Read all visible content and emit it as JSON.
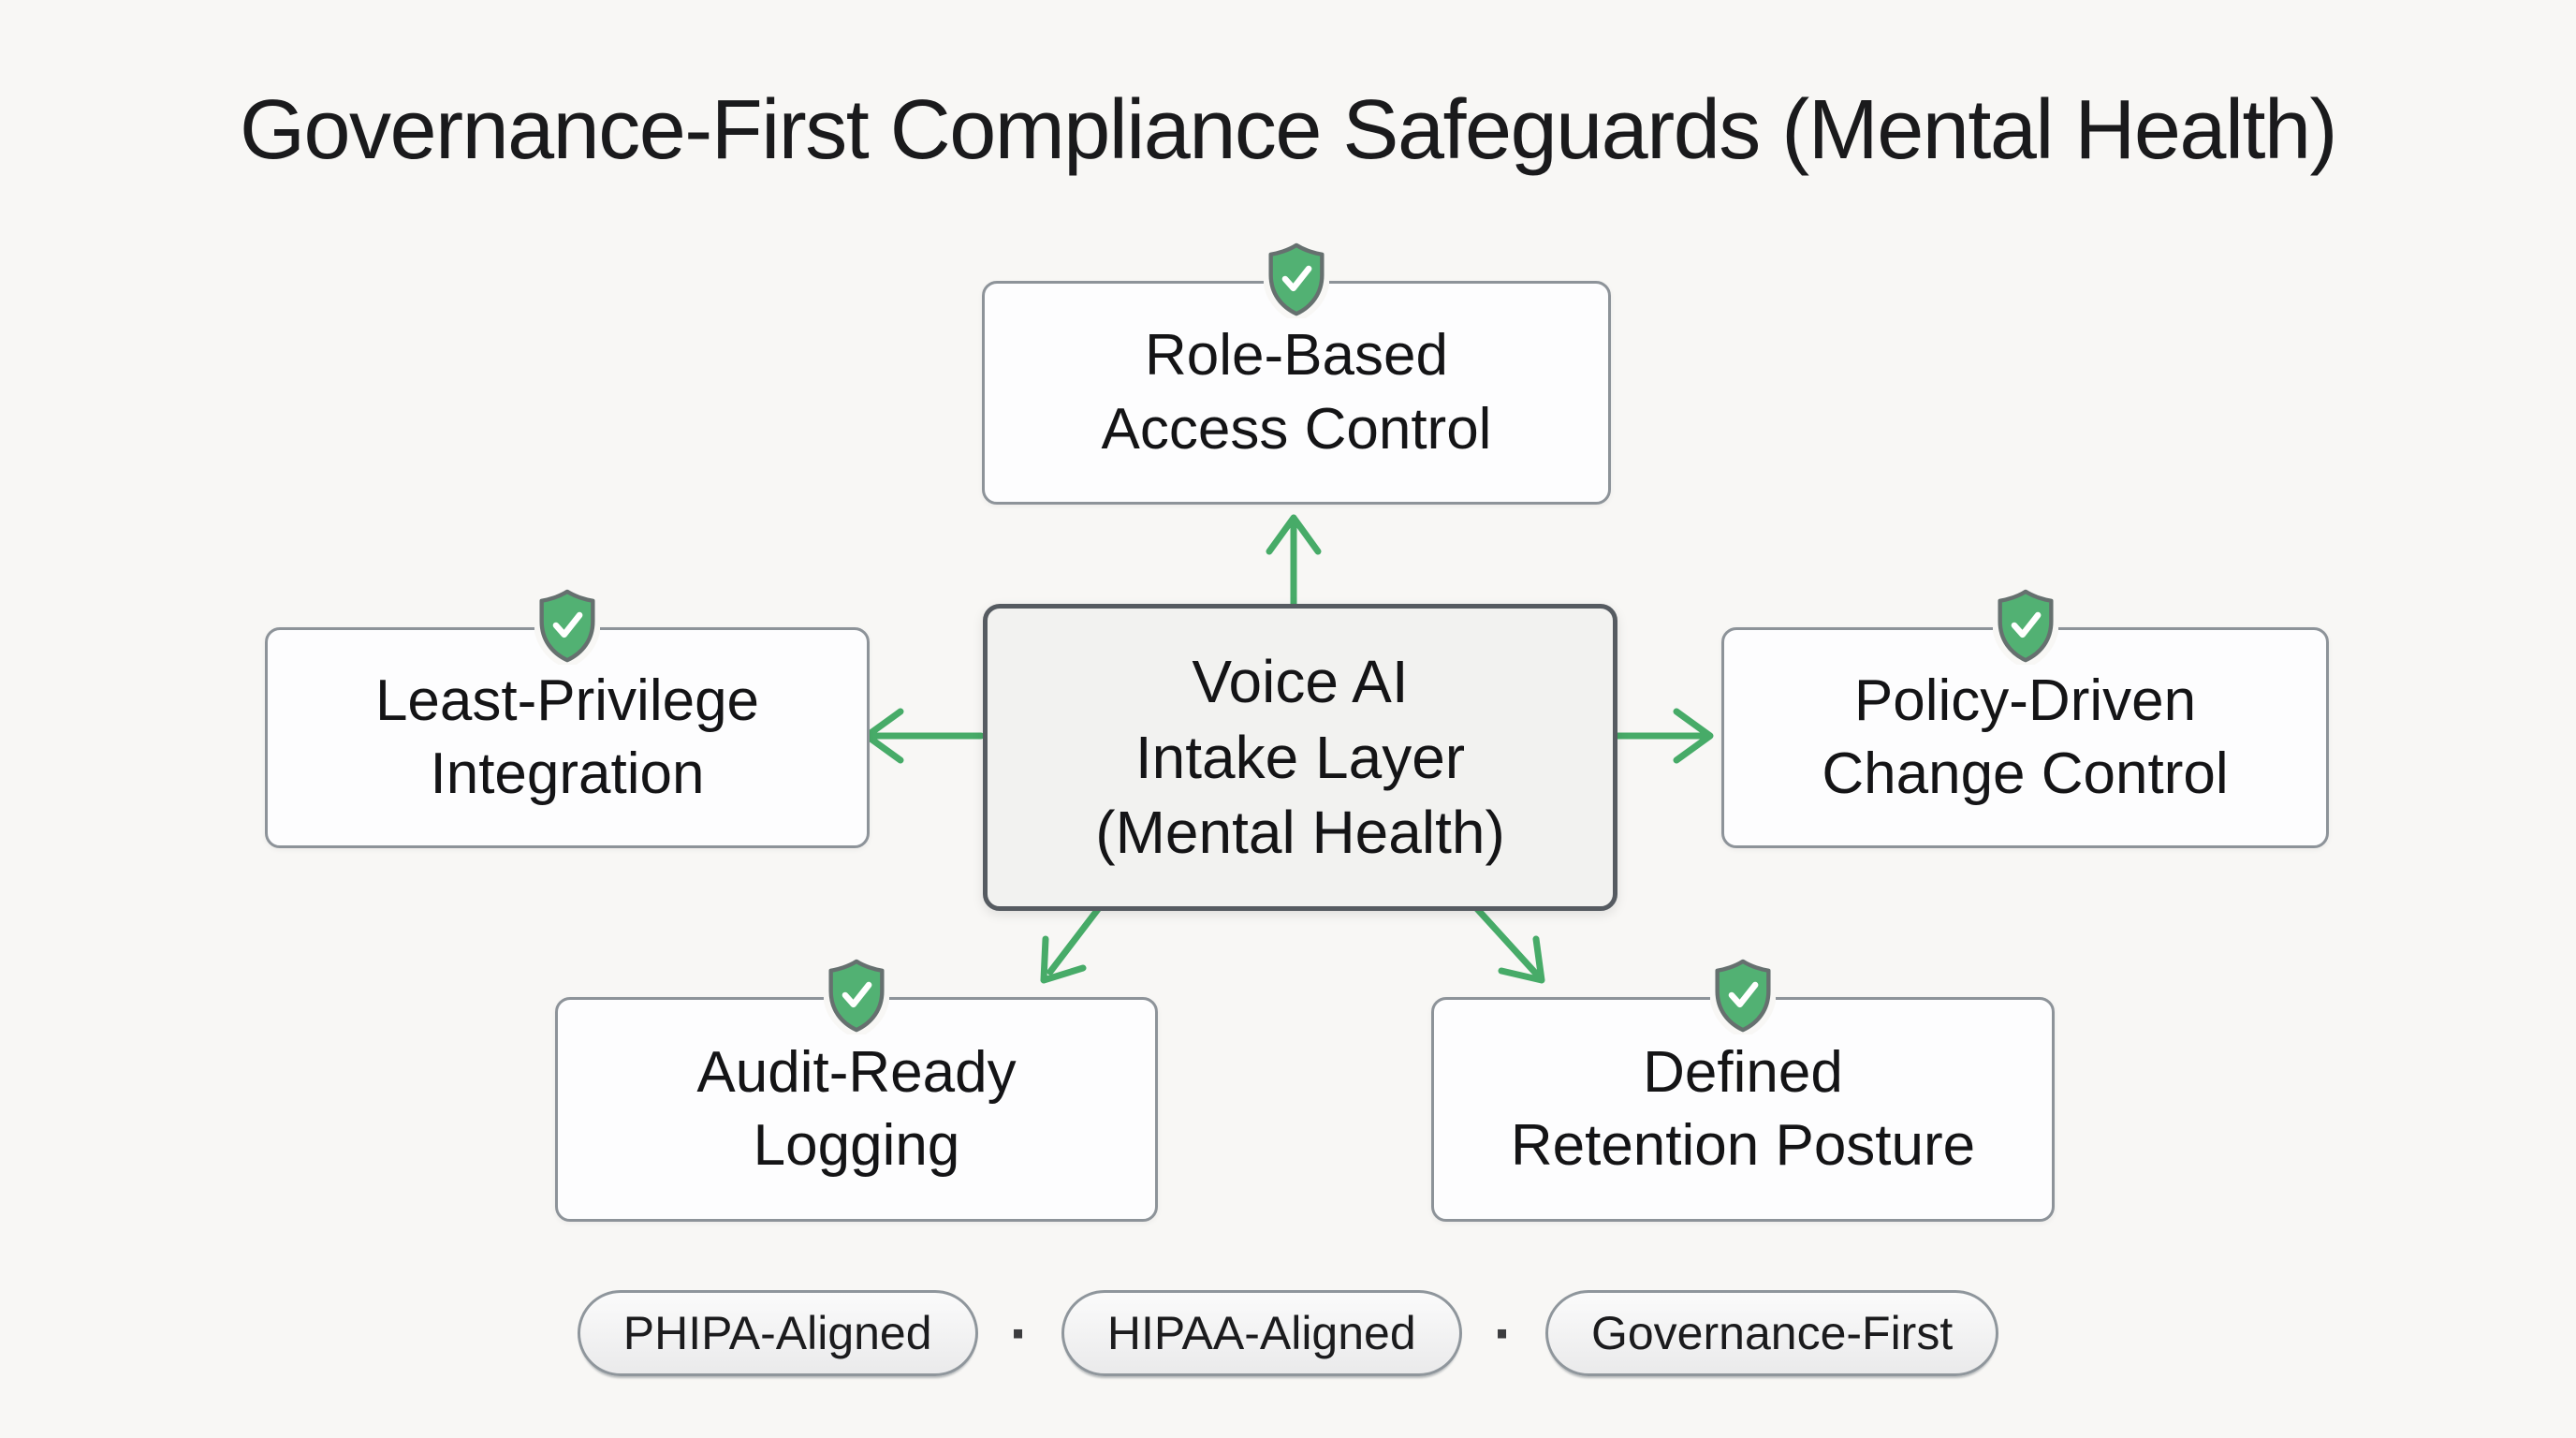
{
  "title": "Governance-First Compliance Safeguards (Mental Health)",
  "diagram": {
    "center": {
      "label": "Voice AI\nIntake Layer\n(Mental Health)"
    },
    "nodes": {
      "top": {
        "label": "Role-Based\nAccess Control",
        "icon": "shield-check-icon"
      },
      "left": {
        "label": "Least-Privilege\nIntegration",
        "icon": "shield-check-icon"
      },
      "right": {
        "label": "Policy-Driven\nChange Control",
        "icon": "shield-check-icon"
      },
      "bottom_left": {
        "label": "Audit-Ready\nLogging",
        "icon": "shield-check-icon"
      },
      "bottom_right": {
        "label": "Defined\nRetention Posture",
        "icon": "shield-check-icon"
      }
    },
    "arrows": [
      "center-to-top",
      "center-to-left",
      "center-to-right",
      "center-to-bottom-left",
      "center-to-bottom-right"
    ]
  },
  "footer": {
    "separator": "·",
    "badges": [
      {
        "label": "PHIPA-Aligned"
      },
      {
        "label": "HIPAA-Aligned"
      },
      {
        "label": "Governance-First"
      }
    ]
  },
  "colors": {
    "background": "#f8f7f5",
    "arrow_green": "#47ab68",
    "shield_green": "#52b173",
    "node_border": "#8d9399",
    "center_border": "#565b61",
    "text": "#161618"
  }
}
